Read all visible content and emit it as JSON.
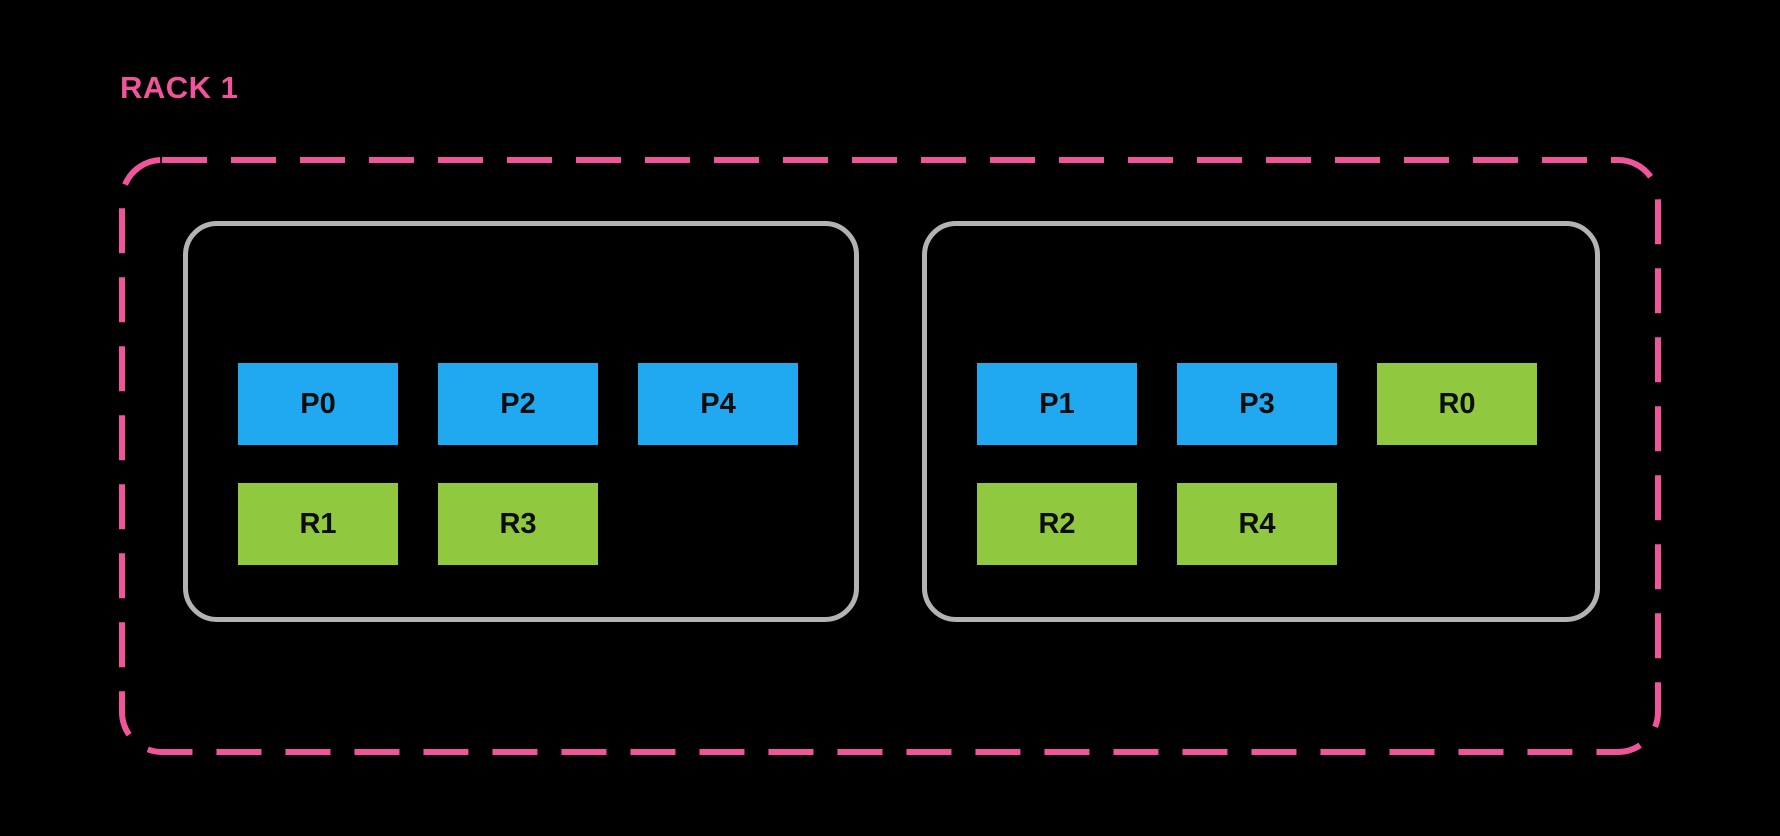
{
  "colors": {
    "background": "#000000",
    "rack_accent": "#F0549B",
    "host_border": "#B3B3B3",
    "primary_fill": "#20A8F0",
    "replica_fill": "#90C83F",
    "slot_text": "#0D0D0D"
  },
  "rack": {
    "label": "RACK 1",
    "hosts": [
      {
        "rows": [
          [
            {
              "label": "P0",
              "kind": "primary"
            },
            {
              "label": "P2",
              "kind": "primary"
            },
            {
              "label": "P4",
              "kind": "primary"
            }
          ],
          [
            {
              "label": "R1",
              "kind": "replica"
            },
            {
              "label": "R3",
              "kind": "replica"
            }
          ]
        ]
      },
      {
        "rows": [
          [
            {
              "label": "P1",
              "kind": "primary"
            },
            {
              "label": "P3",
              "kind": "primary"
            },
            {
              "label": "R0",
              "kind": "replica"
            }
          ],
          [
            {
              "label": "R2",
              "kind": "replica"
            },
            {
              "label": "R4",
              "kind": "replica"
            }
          ]
        ]
      }
    ]
  }
}
